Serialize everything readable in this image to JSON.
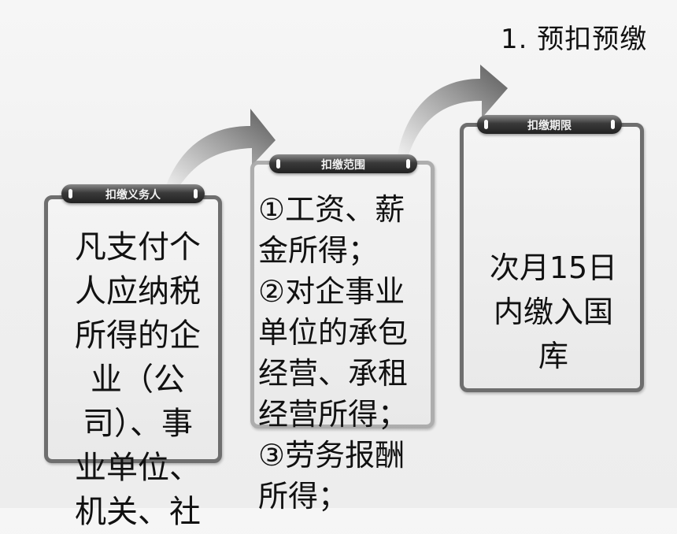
{
  "heading": "1. 预扣预缴",
  "cards": [
    {
      "tag": "扣缴义务人",
      "text": "凡支付个\n人应纳税\n所得的企\n业（公\n司）、事\n业单位、\n机关、社"
    },
    {
      "tag": "扣缴范围",
      "text": "①工资、薪\n  金所得；\n②对企事业\n单位的承包\n经营、承租\n经营所得；\n③劳务报酬\n  所得；"
    },
    {
      "tag": "扣缴期限",
      "text": "次月15日\n内缴入国\n库"
    }
  ]
}
